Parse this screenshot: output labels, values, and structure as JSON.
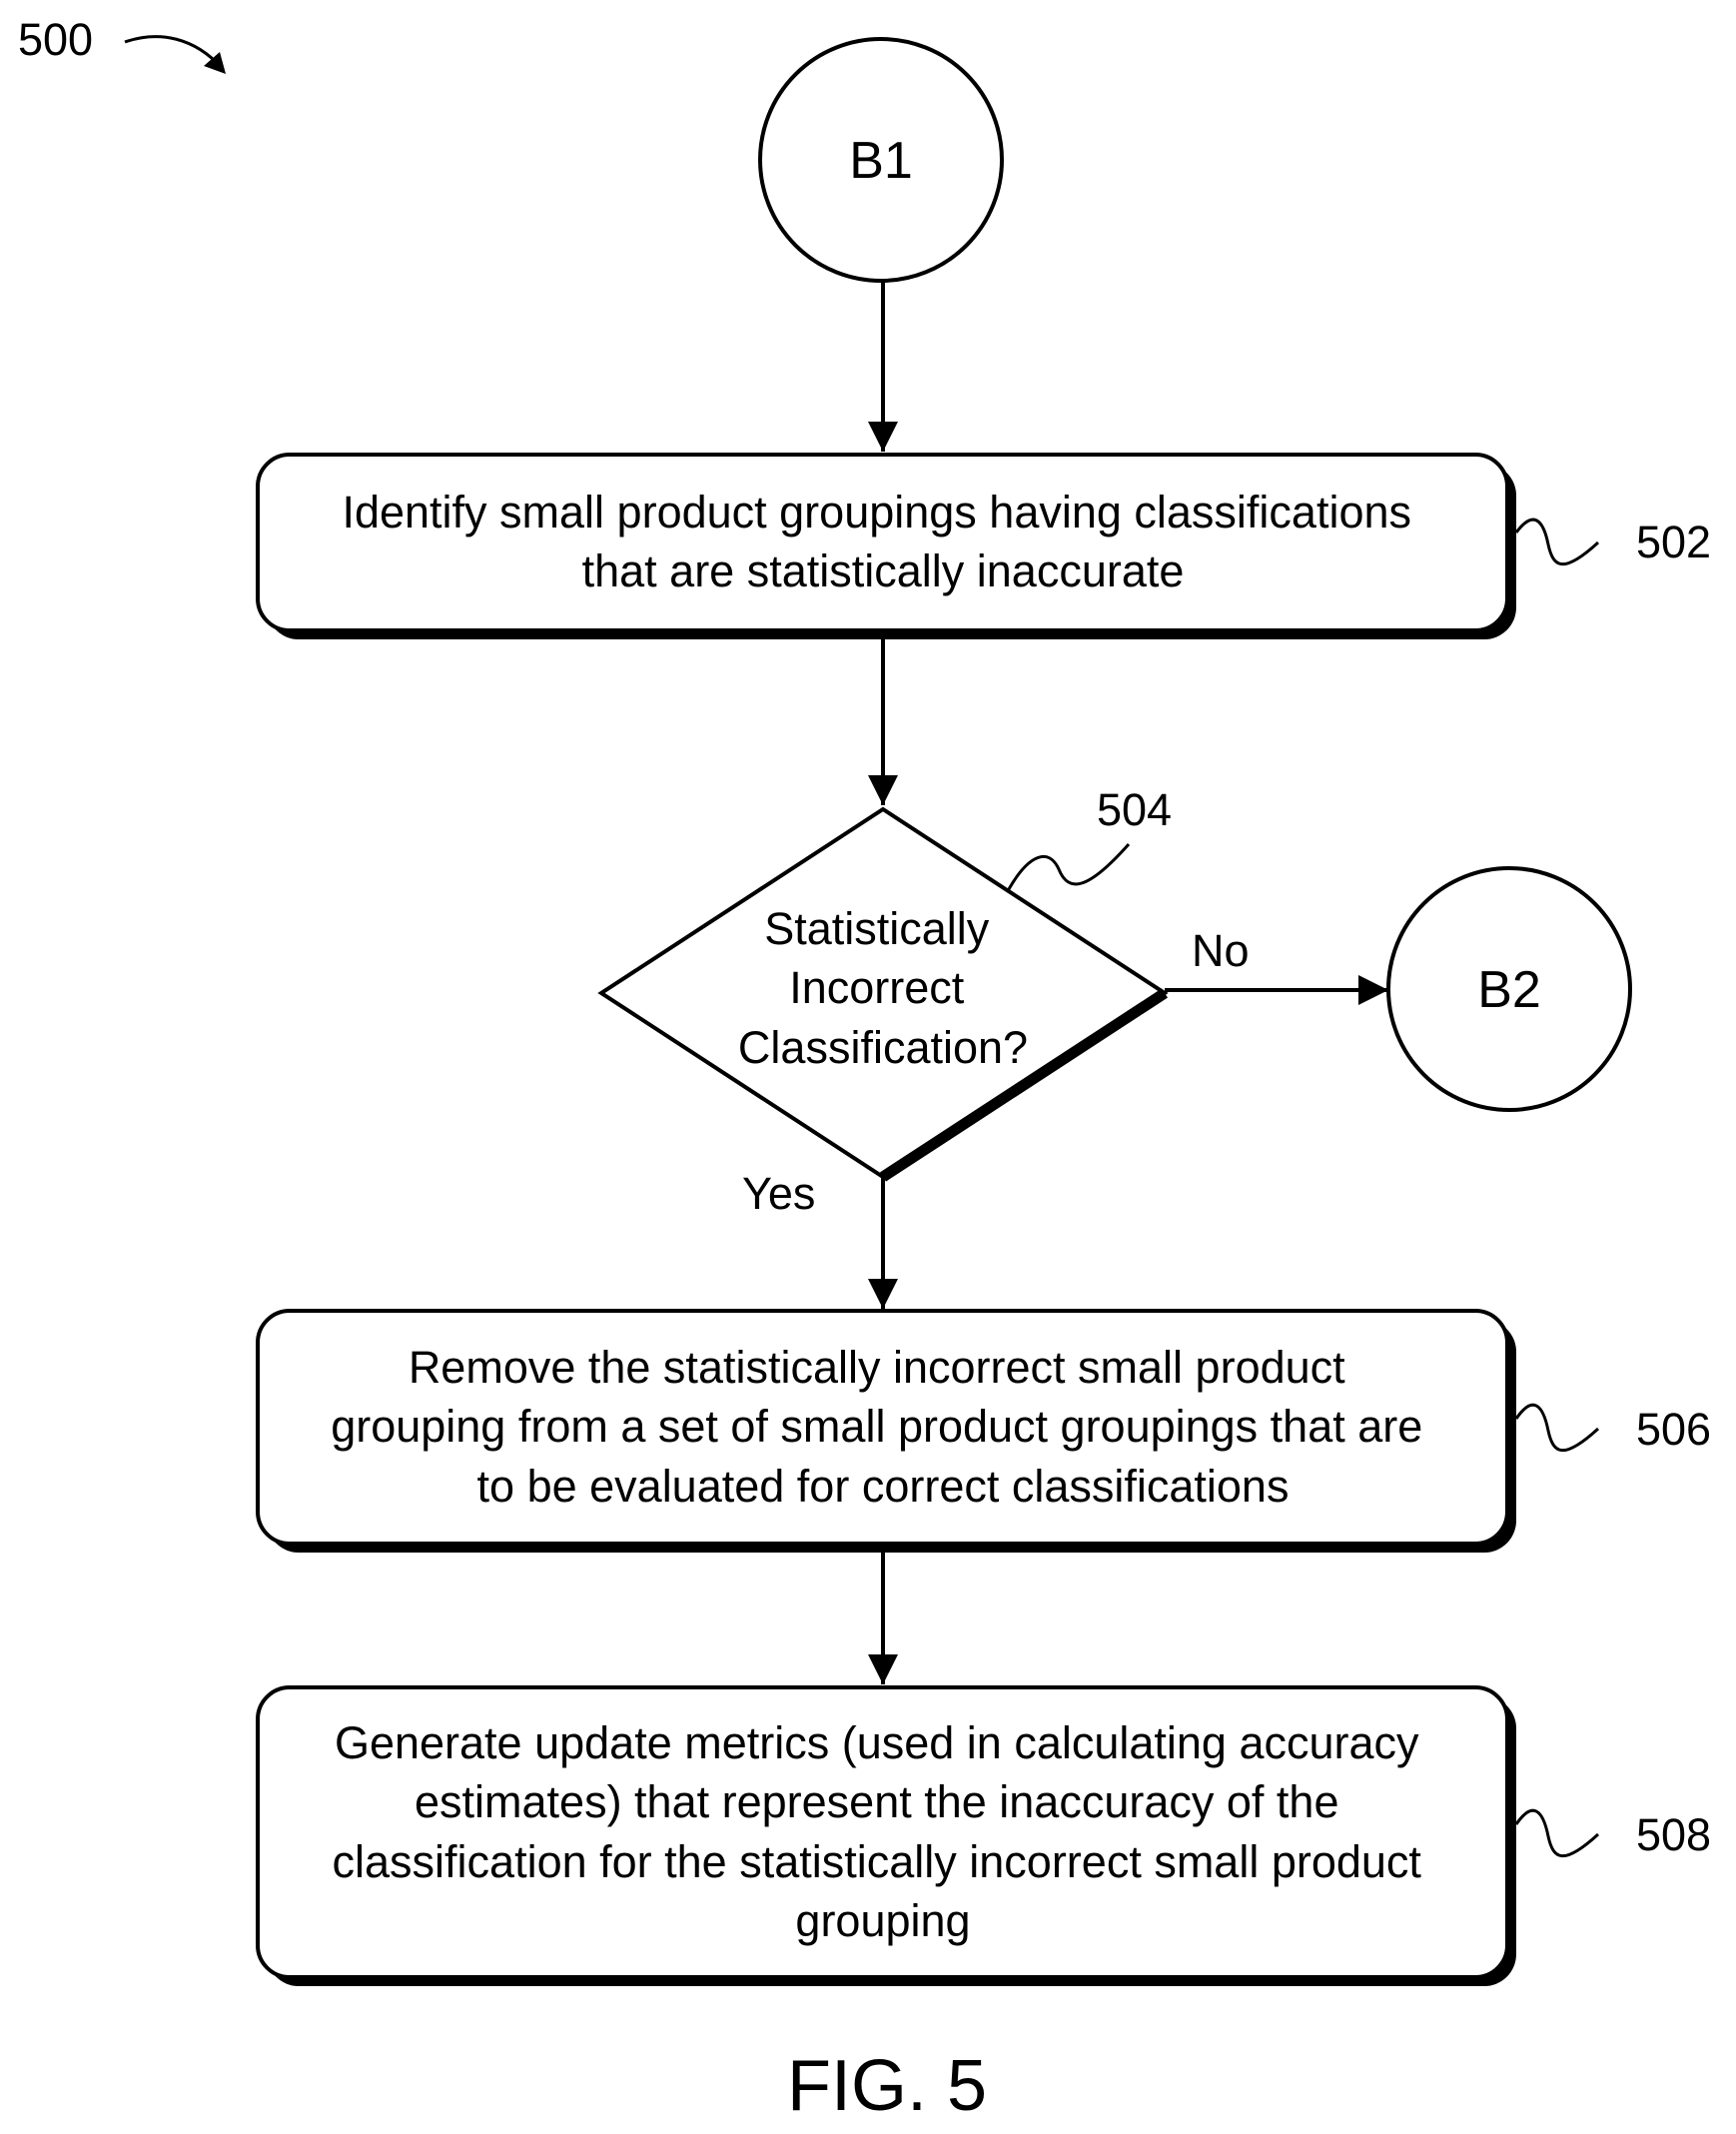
{
  "figure_number": "500",
  "figure_caption": "FIG. 5",
  "connectors": {
    "start": "B1",
    "end": "B2"
  },
  "steps": [
    {
      "ref": "502",
      "lines": [
        "Identify small product groupings having classifications",
        "that are statistically inaccurate"
      ]
    },
    {
      "ref": "504",
      "lines": [
        "Statistically",
        "Incorrect",
        "Classification?"
      ]
    },
    {
      "ref": "506",
      "lines": [
        "Remove the statistically incorrect small product",
        "grouping from a set of small product groupings that are",
        "to be evaluated for correct classifications"
      ]
    },
    {
      "ref": "508",
      "lines": [
        "Generate update metrics (used in calculating accuracy",
        "estimates) that represent the inaccuracy of the",
        "classification for the statistically incorrect small product",
        "grouping"
      ]
    }
  ],
  "branch_labels": {
    "no": "No",
    "yes": "Yes"
  }
}
